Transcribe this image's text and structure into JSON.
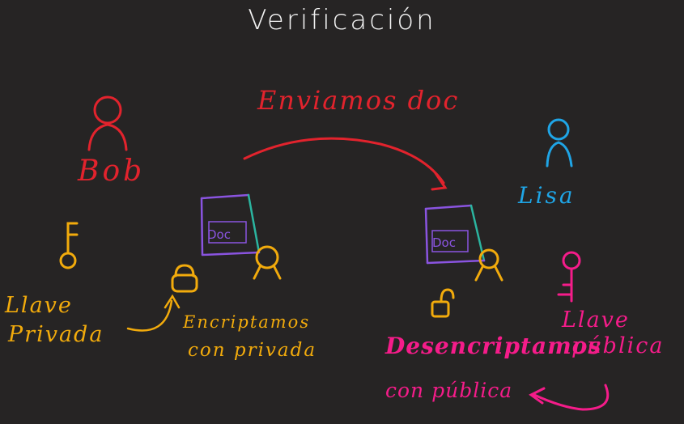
{
  "title": "Verificación",
  "arrow_label": "Enviamos doc",
  "bob": {
    "name": "Bob"
  },
  "lisa": {
    "name": "Lisa"
  },
  "left_doc": {
    "label": "Doc"
  },
  "right_doc": {
    "label": "Doc"
  },
  "private_key": {
    "line1": "Llave",
    "line2": "Privada"
  },
  "encrypt_note": {
    "line1": "Encriptamos",
    "line2": "con privada"
  },
  "public_key": {
    "line1": "Llave",
    "line2": "pública"
  },
  "decrypt_note": {
    "line1": "Desencriptamos",
    "line2": "con pública"
  },
  "colors": {
    "background": "#262424",
    "red": "#e2232d",
    "blue": "#1fa5e6",
    "yellow": "#f2ab0c",
    "pink": "#f51c8a",
    "purple": "#8a54e0",
    "teal": "#2bb5a0"
  }
}
